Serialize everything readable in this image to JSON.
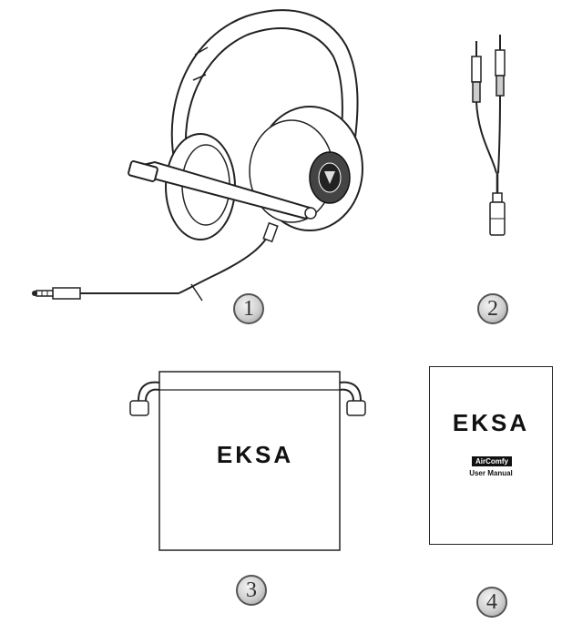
{
  "items": [
    {
      "number": "1",
      "name": "Headset"
    },
    {
      "number": "2",
      "name": "Splitter cable"
    },
    {
      "number": "3",
      "name": "Pouch"
    },
    {
      "number": "4",
      "name": "User manual"
    }
  ],
  "pouch": {
    "brand": "EKSA"
  },
  "manual": {
    "brand": "EKSA",
    "badge": "AirComfy",
    "title": "User Manual"
  }
}
